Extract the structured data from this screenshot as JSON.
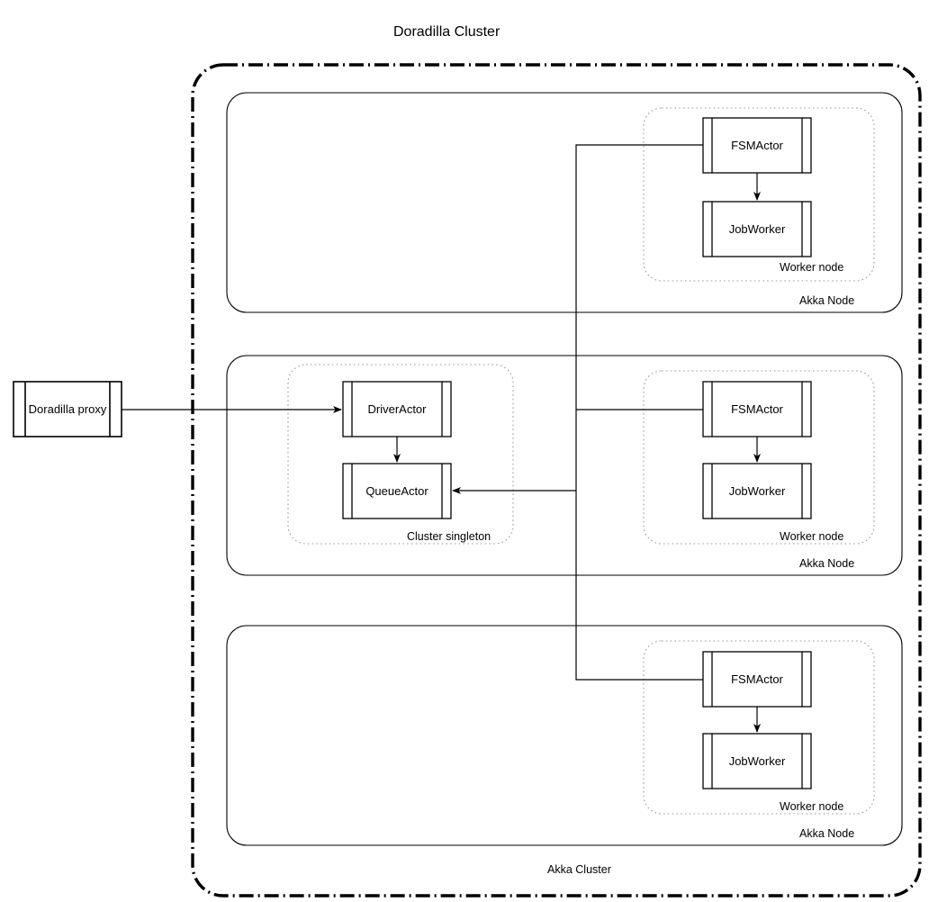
{
  "diagram": {
    "title": "Doradilla Cluster",
    "outer_boundary": {
      "label": "Akka Cluster",
      "border_style": "dash-dot",
      "color": "#000000"
    },
    "external": {
      "proxy": {
        "label": "Doradilla proxy"
      }
    },
    "nodes": [
      {
        "label": "Akka Node",
        "region": {
          "label": "Worker node",
          "border_style": "dotted"
        },
        "components": [
          {
            "label": "FSMActor"
          },
          {
            "label": "JobWorker"
          }
        ]
      },
      {
        "label": "Akka Node",
        "region": {
          "label": "Cluster singleton",
          "border_style": "dotted"
        },
        "components": [
          {
            "label": "DriverActor"
          },
          {
            "label": "QueueActor"
          }
        ],
        "region2": {
          "label": "Worker node",
          "border_style": "dotted"
        },
        "components2": [
          {
            "label": "FSMActor"
          },
          {
            "label": "JobWorker"
          }
        ]
      },
      {
        "label": "Akka Node",
        "region": {
          "label": "Worker node",
          "border_style": "dotted"
        },
        "components": [
          {
            "label": "FSMActor"
          },
          {
            "label": "JobWorker"
          }
        ]
      }
    ],
    "connections": [
      {
        "from": "Doradilla proxy",
        "to": "DriverActor",
        "arrow": true
      },
      {
        "from": "DriverActor",
        "to": "QueueActor",
        "arrow": true
      },
      {
        "from": "FSMActor",
        "to": "JobWorker",
        "arrow": true
      },
      {
        "from": "FSMActor (all nodes)",
        "to": "QueueActor",
        "arrow": true
      }
    ],
    "colors": {
      "stroke": "#000000",
      "background": "#ffffff",
      "dotted_region": "#999999"
    }
  }
}
